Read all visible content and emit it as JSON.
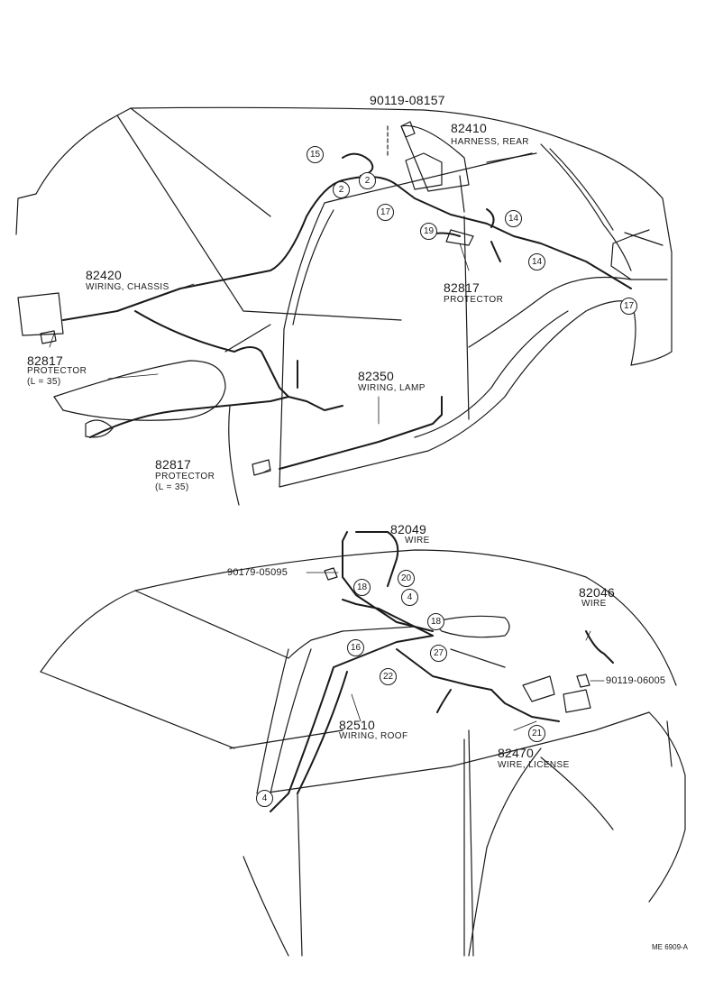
{
  "parts": {
    "p82410": {
      "number": "82410",
      "desc": "HARNESS, REAR"
    },
    "p90119a": {
      "number": "90119-08157"
    },
    "p82420": {
      "number": "82420",
      "desc": "WIRING, CHASSIS"
    },
    "p82817a": {
      "number": "82817",
      "desc": "PROTECTOR"
    },
    "p82817b": {
      "number": "82817",
      "desc": "PROTECTOR",
      "note": "(L = 35)"
    },
    "p82817c": {
      "number": "82817",
      "desc": "PROTECTOR",
      "note": "(L = 35)"
    },
    "p82350": {
      "number": "82350",
      "desc": "WIRING, LAMP"
    },
    "p82049": {
      "number": "82049",
      "desc": "WIRE"
    },
    "p90179": {
      "number": "90179-05095"
    },
    "p82046": {
      "number": "82046",
      "desc": "WIRE"
    },
    "p90119b": {
      "number": "90119-06005"
    },
    "p82510": {
      "number": "82510",
      "desc": "WIRING, ROOF"
    },
    "p82470": {
      "number": "82470",
      "desc": "WIRE, LICENSE"
    }
  },
  "callouts": [
    "15",
    "2",
    "2",
    "17",
    "19",
    "14",
    "14",
    "17",
    "20",
    "4",
    "18",
    "18",
    "16",
    "22",
    "27",
    "21",
    "4"
  ],
  "reference": "ME  6909-A",
  "colors": {
    "ink": "#1a1a1a",
    "paper": "#ffffff"
  }
}
